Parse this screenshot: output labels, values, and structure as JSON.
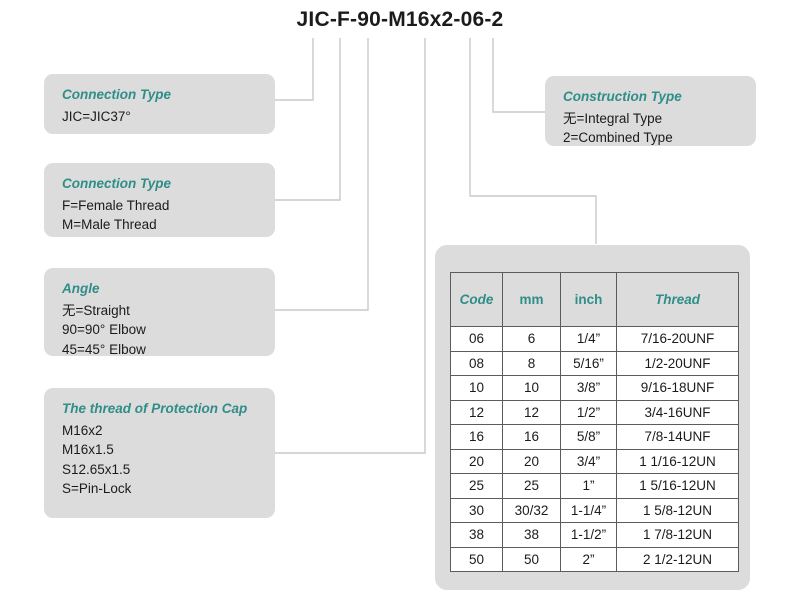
{
  "title": "JIC-F-90-M16x2-06-2",
  "theme": {
    "accent": "#2f8e88",
    "box_fill": "#dcdcdc",
    "leader_line": "#c9c9c9",
    "table_border": "#5c5c5c",
    "text": "#1b1b1b",
    "page_bg": "#ffffff"
  },
  "callouts": [
    {
      "id": "connection-type-jic",
      "heading": "Connection Type",
      "lines": [
        "JIC=JIC37°"
      ]
    },
    {
      "id": "connection-type-thread",
      "heading": "Connection Type",
      "lines": [
        "F=Female Thread",
        "M=Male Thread"
      ]
    },
    {
      "id": "angle",
      "heading": "Angle",
      "lines": [
        "无=Straight",
        "90=90° Elbow",
        "45=45° Elbow"
      ]
    },
    {
      "id": "protection-cap-thread",
      "heading": "The thread of Protection Cap",
      "lines": [
        "M16x2",
        "M16x1.5",
        "S12.65x1.5",
        "S=Pin-Lock"
      ]
    },
    {
      "id": "construction-type",
      "heading": "Construction Type",
      "lines": [
        "无=Integral Type",
        "2=Combined Type"
      ]
    }
  ],
  "spec_table": {
    "headers": [
      "Code",
      "mm",
      "inch",
      "Thread"
    ],
    "rows": [
      [
        "06",
        "6",
        "1/4”",
        "7/16-20UNF"
      ],
      [
        "08",
        "8",
        "5/16”",
        "1/2-20UNF"
      ],
      [
        "10",
        "10",
        "3/8”",
        "9/16-18UNF"
      ],
      [
        "12",
        "12",
        "1/2”",
        "3/4-16UNF"
      ],
      [
        "16",
        "16",
        "5/8”",
        "7/8-14UNF"
      ],
      [
        "20",
        "20",
        "3/4”",
        "1 1/16-12UN"
      ],
      [
        "25",
        "25",
        "1”",
        "1 5/16-12UN"
      ],
      [
        "30",
        "30/32",
        "1-1/4”",
        "1 5/8-12UN"
      ],
      [
        "38",
        "38",
        "1-1/2”",
        "1 7/8-12UN"
      ],
      [
        "50",
        "50",
        "2”",
        "2 1/2-12UN"
      ]
    ]
  }
}
